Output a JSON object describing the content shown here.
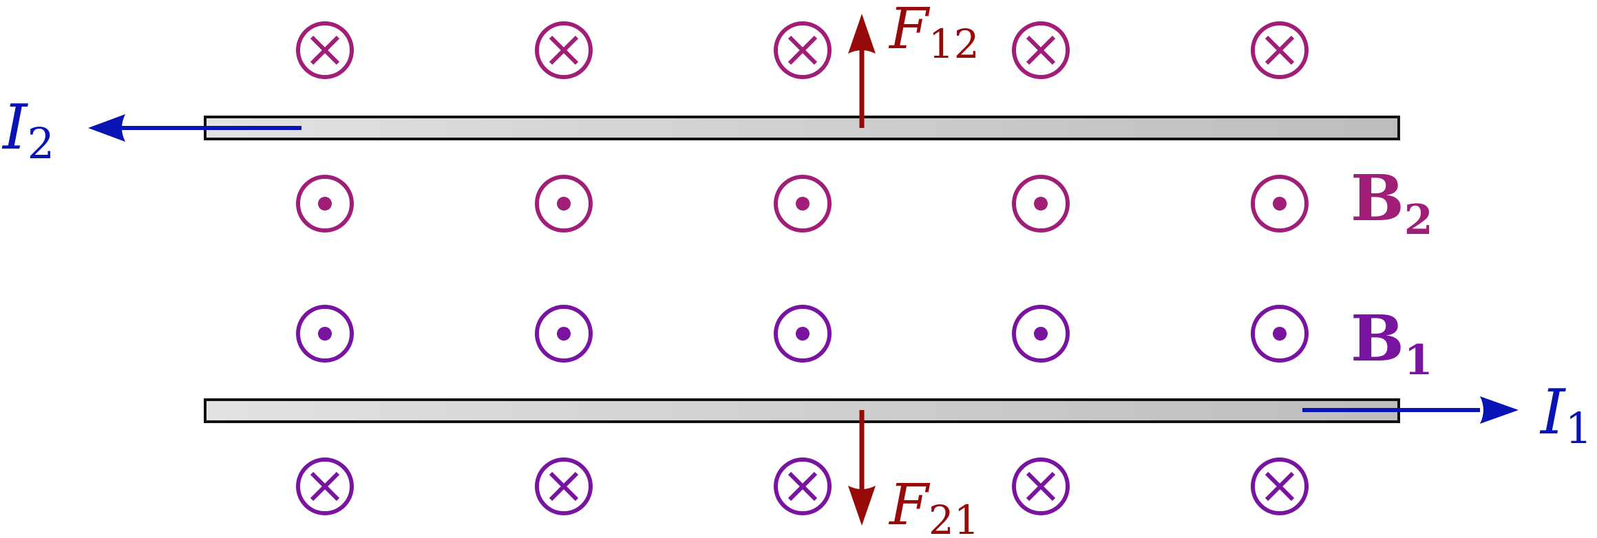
{
  "labels": {
    "i2": {
      "main": "I",
      "sub": "2"
    },
    "i1": {
      "main": "I",
      "sub": "1"
    },
    "b2": {
      "main": "B",
      "sub": "2"
    },
    "b1": {
      "main": "B",
      "sub": "1"
    },
    "f12": {
      "main": "F",
      "sub": "12"
    },
    "f21": {
      "main": "F",
      "sub": "21"
    }
  },
  "colors": {
    "current": "#0a14b4",
    "force": "#960a0a",
    "field_b2": "#a01e78",
    "field_b1": "#7814a0",
    "wire_fill": "#cfcfcf",
    "wire_stroke": "#111111"
  },
  "field_rows": [
    {
      "row": "top",
      "symbol": "into-page",
      "field": "b2",
      "count": 5
    },
    {
      "row": "middle-upper",
      "symbol": "out-of-page",
      "field": "b2",
      "count": 5
    },
    {
      "row": "middle-lower",
      "symbol": "out-of-page",
      "field": "b1",
      "count": 5
    },
    {
      "row": "bottom",
      "symbol": "into-page",
      "field": "b1",
      "count": 5
    }
  ]
}
